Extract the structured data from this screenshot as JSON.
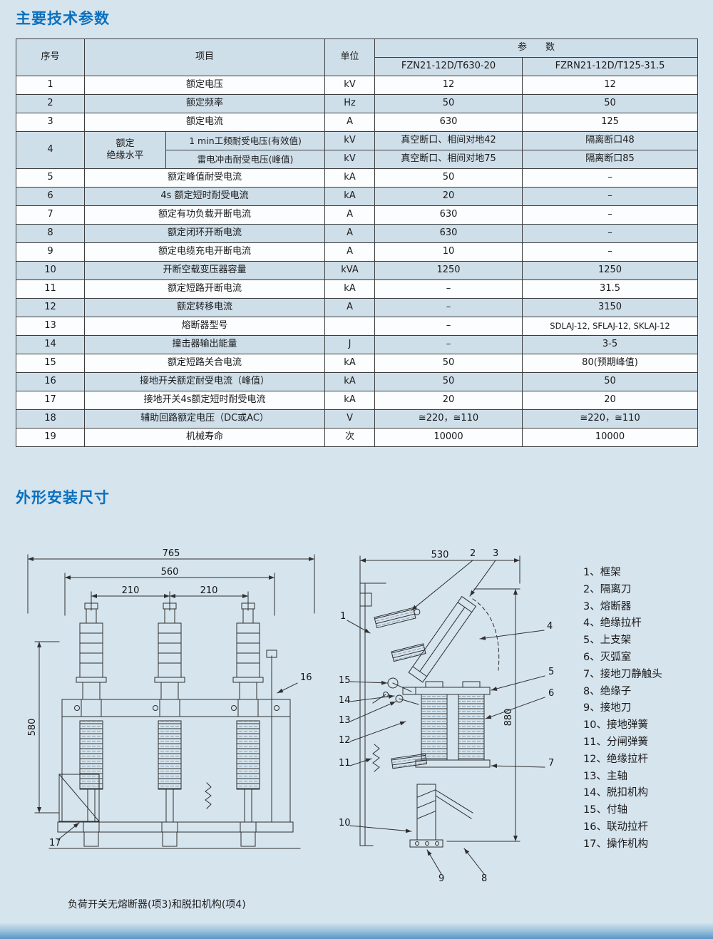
{
  "page": {
    "title_parameters": "主要技术参数",
    "title_dimensions": "外形安装尺寸",
    "caption": "负荷开关无熔断器(项3)和脱扣机构(项4)"
  },
  "table": {
    "headers": {
      "no": "序号",
      "item": "项目",
      "unit": "单位",
      "params": "参　　数",
      "model1": "FZN21-12D/T630-20",
      "model2": "FZRN21-12D/T125-31.5"
    },
    "rows": [
      {
        "no": "1",
        "item": "额定电压",
        "unit": "kV",
        "v1": "12",
        "v2": "12"
      },
      {
        "no": "2",
        "item": "额定频率",
        "unit": "Hz",
        "v1": "50",
        "v2": "50"
      },
      {
        "no": "3",
        "item": "额定电流",
        "unit": "A",
        "v1": "630",
        "v2": "125"
      },
      {
        "no": "4",
        "item": "额定\n绝缘水平",
        "subs": [
          {
            "desc": "1 min工频耐受电压(有效值)",
            "unit": "kV",
            "v1": "真空断口、相间对地42",
            "v2": "隔离断口48"
          },
          {
            "desc": "雷电冲击耐受电压(峰值)",
            "unit": "kV",
            "v1": "真空断口、相间对地75",
            "v2": "隔离断口85"
          }
        ]
      },
      {
        "no": "5",
        "item": "额定峰值耐受电流",
        "unit": "kA",
        "v1": "50",
        "v2": "–"
      },
      {
        "no": "6",
        "item": "4s 额定短时耐受电流",
        "unit": "kA",
        "v1": "20",
        "v2": "–"
      },
      {
        "no": "7",
        "item": "额定有功负载开断电流",
        "unit": "A",
        "v1": "630",
        "v2": "–"
      },
      {
        "no": "8",
        "item": "额定闭环开断电流",
        "unit": "A",
        "v1": "630",
        "v2": "–"
      },
      {
        "no": "9",
        "item": "额定电缆充电开断电流",
        "unit": "A",
        "v1": "10",
        "v2": "–"
      },
      {
        "no": "10",
        "item": "开断空载变压器容量",
        "unit": "kVA",
        "v1": "1250",
        "v2": "1250"
      },
      {
        "no": "11",
        "item": "额定短路开断电流",
        "unit": "kA",
        "v1": "–",
        "v2": "31.5"
      },
      {
        "no": "12",
        "item": "额定转移电流",
        "unit": "A",
        "v1": "–",
        "v2": "3150"
      },
      {
        "no": "13",
        "item": "熔断器型号",
        "unit": "",
        "v1": "–",
        "v2": "SDLAJ-12, SFLAJ-12, SKLAJ-12"
      },
      {
        "no": "14",
        "item": "撞击器输出能量",
        "unit": "J",
        "v1": "–",
        "v2": "3-5"
      },
      {
        "no": "15",
        "item": "额定短路关合电流",
        "unit": "kA",
        "v1": "50",
        "v2": "80(预期峰值)"
      },
      {
        "no": "16",
        "item": "接地开关额定耐受电流（峰值）",
        "unit": "kA",
        "v1": "50",
        "v2": "50"
      },
      {
        "no": "17",
        "item": "接地开关4s额定短时耐受电流",
        "unit": "kA",
        "v1": "20",
        "v2": "20"
      },
      {
        "no": "18",
        "item": "辅助回路额定电压（DC或AC）",
        "unit": "V",
        "v1": "≅220，≅110",
        "v2": "≅220，≅110"
      },
      {
        "no": "19",
        "item": "机械寿命",
        "unit": "次",
        "v1": "10000",
        "v2": "10000"
      }
    ]
  },
  "drawings": {
    "left": {
      "dim_total_width": "765",
      "dim_inner_width": "560",
      "dim_pole_spacing_left": "210",
      "dim_pole_spacing_right": "210",
      "dim_height": "580",
      "callout_linkage": "16",
      "callout_mechanism": "17"
    },
    "right": {
      "dim_width": "530",
      "dim_height": "880",
      "callouts": [
        "1",
        "2",
        "3",
        "4",
        "5",
        "6",
        "7",
        "8",
        "9",
        "10",
        "11",
        "12",
        "13",
        "14",
        "15"
      ]
    }
  },
  "legend": {
    "items": [
      "1、框架",
      "2、隔离刀",
      "3、熔断器",
      "4、绝缘拉杆",
      "5、上支架",
      "6、灭弧室",
      "7、接地刀静触头",
      "8、绝缘子",
      "9、接地刀",
      "10、接地弹簧",
      "11、分闸弹簧",
      "12、绝缘拉杆",
      "13、主轴",
      "14、脱扣机构",
      "15、付轴",
      "16、联动拉杆",
      "17、操作机构"
    ]
  }
}
